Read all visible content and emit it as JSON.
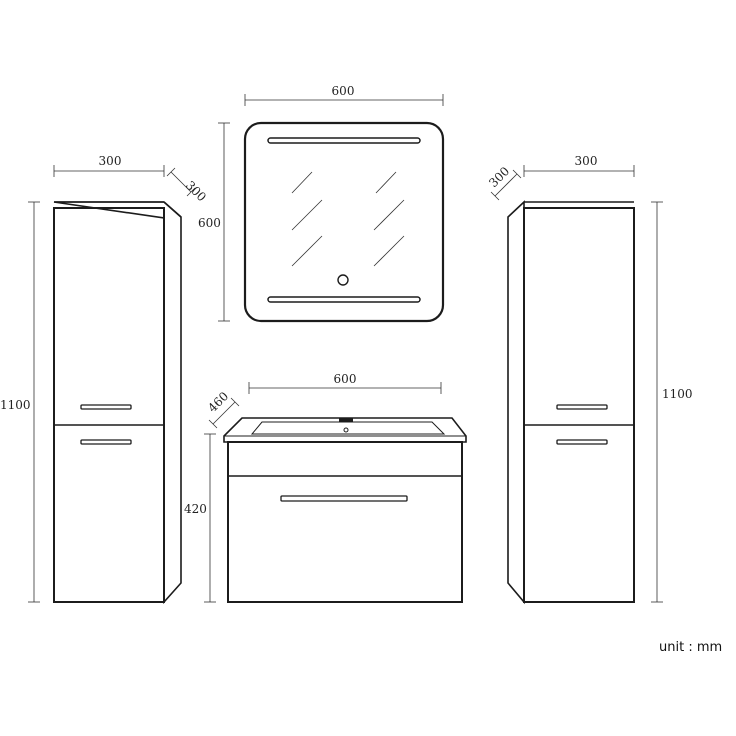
{
  "dimensions": {
    "mirror_width": "600",
    "mirror_height": "600",
    "left_cabinet_width": "300",
    "left_cabinet_depth": "300",
    "left_cabinet_height": "1100",
    "right_cabinet_width": "300",
    "right_cabinet_depth": "300",
    "right_cabinet_height": "1100",
    "vanity_width": "600",
    "vanity_depth": "460",
    "vanity_height": "420"
  },
  "unit_label": "unit : mm",
  "colors": {
    "line": "#1c1c1c",
    "background": "#ffffff"
  }
}
